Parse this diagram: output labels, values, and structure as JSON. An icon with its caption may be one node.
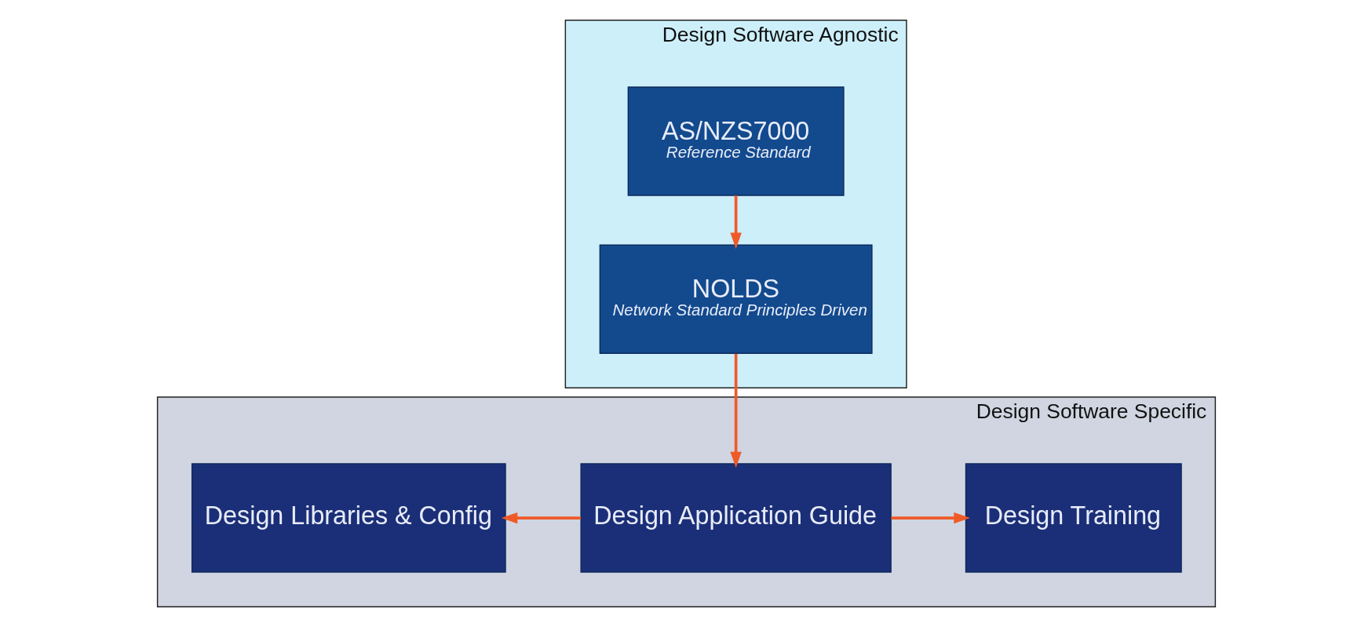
{
  "diagram": {
    "nodes": [
      {
        "text": [
          "Design Software Agnostic"
        ]
      },
      {
        "text": [
          "AS/NZS7000",
          "Reference Standard"
        ],
        "in": 0
      },
      {
        "text": [
          "NOLDS",
          "Network Standard Principles Driven"
        ],
        "in": 0
      },
      {
        "text": [
          "Design Software Specific"
        ]
      },
      {
        "text": [
          "Design Libraries & Config"
        ],
        "in": 3
      },
      {
        "text": [
          "Design Application Guide"
        ],
        "in": 3
      },
      {
        "text": [
          "Design Training"
        ],
        "in": 3
      }
    ],
    "edges": [
      {
        "from": 1,
        "to": 2,
        "arrow": "to"
      },
      {
        "from": 2,
        "to": 5,
        "arrow": "to"
      },
      {
        "from": 5,
        "to": 4,
        "arrow": "to"
      },
      {
        "from": 5,
        "to": 6,
        "arrow": "to"
      }
    ]
  }
}
